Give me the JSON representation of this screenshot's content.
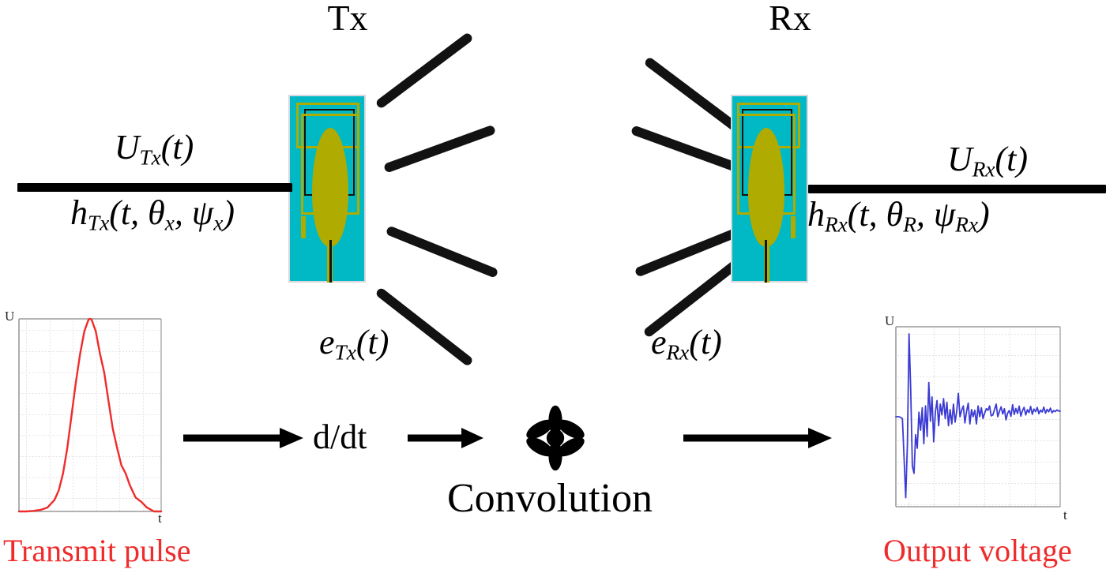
{
  "diagram": {
    "title": "UWB antenna transmit-receive signal chain",
    "colors": {
      "substrate_teal": "#00b9c4",
      "metal_olive": "#b0ab00",
      "ray_black": "#121212",
      "pulse_red": "#ef2b2b",
      "output_blue": "#3b3bd4",
      "caption_red": "#ef2b2b"
    }
  },
  "tx": {
    "title": "Tx",
    "formula_numerator": "U",
    "formula_numerator_sub": "Tx",
    "formula_numerator_arg": "(t)",
    "formula_denominator": "h",
    "formula_denominator_sub": "Tx",
    "formula_denominator_arg": "(t, θ",
    "formula_denominator_sub2": "x",
    "formula_denominator_arg2": ", ψ",
    "formula_denominator_sub3": "x",
    "formula_denominator_close": ")",
    "radiation_label": "e",
    "radiation_label_sub": "Tx",
    "radiation_label_arg": "(t)",
    "antenna_name": "tx-antenna"
  },
  "rx": {
    "title": "Rx",
    "formula_numerator": "U",
    "formula_numerator_sub": "Rx",
    "formula_numerator_arg": "(t)",
    "formula_denominator": "h",
    "formula_denominator_sub": "Rx",
    "formula_denominator_arg": "(t, θ",
    "formula_denominator_sub2": "R",
    "formula_denominator_arg2": ", ψ",
    "formula_denominator_sub3": "Rx",
    "formula_denominator_close": ")",
    "radiation_label": "e",
    "radiation_label_sub": "Rx",
    "radiation_label_arg": "(t)",
    "antenna_name": "rx-antenna"
  },
  "flow": {
    "derivative_label": "d/dt",
    "convolution_symbol": "✳",
    "convolution_label": "Convolution"
  },
  "captions": {
    "transmit": "Transmit pulse",
    "output": "Output voltage"
  },
  "chart_data": [
    {
      "type": "line",
      "name": "transmit-pulse",
      "title": "Transmit pulse",
      "xlabel": "t",
      "ylabel": "U",
      "grid": true,
      "line_color": "#ef2b2b",
      "xlim": [
        0,
        100
      ],
      "ylim": [
        0,
        1
      ],
      "x": [
        0,
        5,
        10,
        15,
        20,
        25,
        28,
        31,
        34,
        37,
        40,
        43,
        46,
        49,
        50,
        51,
        54,
        57,
        60,
        63,
        66,
        69,
        72,
        75,
        78,
        82,
        86,
        90,
        95,
        100
      ],
      "y": [
        0.0,
        0.0,
        0.003,
        0.008,
        0.02,
        0.06,
        0.11,
        0.2,
        0.33,
        0.5,
        0.67,
        0.82,
        0.93,
        0.99,
        1.0,
        0.99,
        0.93,
        0.82,
        0.66,
        0.49,
        0.33,
        0.2,
        0.11,
        0.06,
        0.03,
        0.013,
        0.005,
        0.002,
        0.0,
        0.0
      ]
    },
    {
      "type": "line",
      "name": "output-voltage",
      "title": "Output voltage",
      "xlabel": "t",
      "ylabel": "U",
      "grid": true,
      "line_color": "#3b3bd4",
      "xlim": [
        0,
        100
      ],
      "ylim": [
        -1,
        1
      ],
      "x": [
        0,
        2,
        4,
        6,
        7,
        8,
        9,
        10,
        11,
        12,
        13,
        14,
        15,
        16,
        17,
        18,
        19,
        20,
        21,
        22,
        23,
        24,
        25,
        26,
        27,
        28,
        29,
        30,
        31,
        32,
        33,
        34,
        35,
        36,
        37,
        38,
        39,
        40,
        41,
        42,
        43,
        44,
        45,
        46,
        47,
        48,
        49,
        50,
        51,
        52,
        53,
        54,
        55,
        56,
        57,
        58,
        59,
        60,
        61,
        62,
        63,
        64,
        65,
        66,
        67,
        68,
        69,
        70,
        71,
        72,
        73,
        74,
        75,
        76,
        77,
        78,
        79,
        80,
        81,
        82,
        83,
        84,
        85,
        86,
        87,
        88,
        89,
        90,
        91,
        92,
        93,
        94,
        95,
        96,
        97,
        98,
        99,
        100
      ],
      "y": [
        0.0,
        0.0,
        -0.02,
        -0.9,
        -0.3,
        0.92,
        0.3,
        -0.55,
        -0.62,
        -0.2,
        -0.35,
        0.05,
        -0.15,
        0.1,
        -0.3,
        0.12,
        -0.22,
        0.38,
        -0.05,
        0.22,
        -0.28,
        0.05,
        0.18,
        -0.1,
        0.14,
        0.02,
        0.2,
        -0.02,
        0.16,
        -0.08,
        0.1,
        0.0,
        0.14,
        -0.06,
        0.08,
        -0.18,
        0.04,
        0.12,
        -0.06,
        0.16,
        -0.02,
        0.1,
        -0.12,
        0.05,
        0.22,
        0.0,
        0.08,
        -0.1,
        0.04,
        0.12,
        -0.04,
        0.1,
        -0.08,
        0.06,
        0.1,
        -0.05,
        0.12,
        0.0,
        0.08,
        -0.1,
        0.05,
        0.14,
        -0.02,
        0.07,
        -0.08,
        0.04,
        0.1,
        -0.04,
        0.08,
        0.0,
        0.11,
        -0.06,
        0.05,
        0.09,
        -0.03,
        0.07,
        -0.07,
        0.05,
        0.12,
        -0.02,
        0.06,
        -0.05,
        0.08,
        0.0,
        0.07,
        -0.06,
        0.04,
        0.09,
        -0.02,
        0.06,
        -0.04,
        0.05,
        0.08,
        -0.01,
        0.05,
        -0.03,
        0.04,
        0.04
      ]
    }
  ]
}
